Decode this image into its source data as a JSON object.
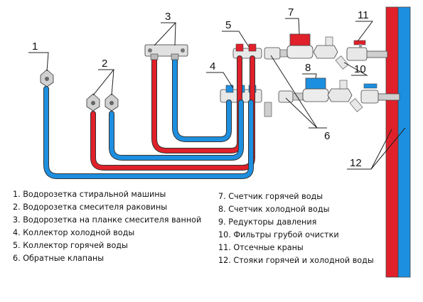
{
  "callouts": {
    "c1": "1",
    "c2": "2",
    "c3": "3",
    "c4": "4",
    "c5": "5",
    "c6": "6",
    "c7": "7",
    "c8": "8",
    "c10": "10",
    "c11": "11",
    "c12": "12"
  },
  "legend": {
    "left": [
      "1. Водорозетка стиральной машины",
      "2. Водорозетка смесителя раковины",
      "3. Водорозетка на планке смесителя ванной",
      "4. Коллектор холодной воды",
      "5. Коллектор горячей воды",
      "6. Обратные клапаны"
    ],
    "right": [
      "7. Счетчик горячей воды",
      "8. Счетчик холодной воды",
      "9. Редукторы давления",
      "10. Фильтры грубой очистки",
      "11. Отсечные краны",
      "12. Стояки горячей и холодной воды"
    ]
  },
  "colors": {
    "hot": "#e0202a",
    "cold": "#1d8fe0",
    "outline": "#333333",
    "metal": "#d8d8d8"
  }
}
